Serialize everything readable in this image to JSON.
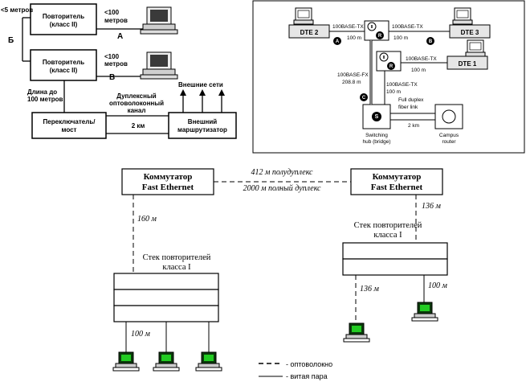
{
  "top_left": {
    "dist_top": "<5 метров",
    "repeater_label_1": "Повторитель",
    "repeater_label_2": "(класс II)",
    "dist_100": "<100",
    "dist_meters": "метров",
    "label_a": "А",
    "label_b_side": "Б",
    "label_v": "В",
    "length_label_1": "Длина до",
    "length_label_2": "100 метров",
    "duplex_1": "Дуплексный",
    "duplex_2": "оптоволоконный",
    "duplex_3": "канал",
    "ext_networks": "Внешние сети",
    "switch_1": "Переключатель/",
    "switch_2": "мост",
    "two_km": "2 км",
    "router_1": "Внешний",
    "router_2": "маршрутизатор"
  },
  "top_right": {
    "dte2": "DTE 2",
    "dte3": "DTE 3",
    "dte1": "DTE 1",
    "tx_left": "100BASE-TX",
    "tx_left_len": "100 m",
    "tx_right": "100BASE-TX",
    "tx_right_len": "100 m",
    "tx_dte1": "100BASE-TX",
    "tx_dte1_len": "100 m",
    "fx": "100BASE-FX",
    "fx_len": "208.8 m",
    "tx_down": "100BASE-TX",
    "tx_down_len": "100 m",
    "full_duplex_1": "Full duplex",
    "full_duplex_2": "fiber link",
    "two_km": "2 km",
    "switch_1": "Switching",
    "switch_2": "hub (bridge)",
    "campus_1": "Campus",
    "campus_2": "router",
    "badge_a": "A",
    "badge_b": "B",
    "badge_c": "C",
    "badge_r": "R",
    "badge_s": "S",
    "badge_ii": "II"
  },
  "bottom": {
    "switch_left_1": "Коммутатор",
    "switch_left_2": "Fast Ethernet",
    "switch_right_1": "Коммутатор",
    "switch_right_2": "Fast Ethernet",
    "half_duplex": "412 м  полудуплекс",
    "full_duplex": "2000 м  полный дуплекс",
    "left_vlen": "160 м",
    "right_vlen": "136 м",
    "stack_left_1": "Стек повторителей",
    "stack_left_2": "класса I",
    "stack_right_1": "Стек повторителей",
    "stack_right_2": "класса I",
    "left_pc_len": "100 м",
    "right_pc_len_1": "136 м",
    "right_pc_len_2": "100 м",
    "legend_fiber": "- оптоволокно",
    "legend_twisted": "- витая пара"
  }
}
